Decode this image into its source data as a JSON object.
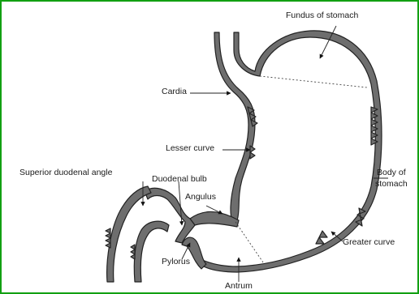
{
  "labels": {
    "fundus": "Fundus of stomach",
    "cardia": "Cardia",
    "lesser_curve": "Lesser curve",
    "superior_duodenal_angle": "Superior duodenal angle",
    "duodenal_bulb": "Duodenal bulb",
    "angulus": "Angulus",
    "body_line1": "Body of",
    "body_line2": "stomach",
    "greater_curve": "Greater curve",
    "pylorus": "Pylorus",
    "antrum": "Antrum"
  },
  "colors": {
    "border": "#12a012",
    "wall_fill": "#6e6e6e",
    "ink": "#1a1a1a"
  }
}
